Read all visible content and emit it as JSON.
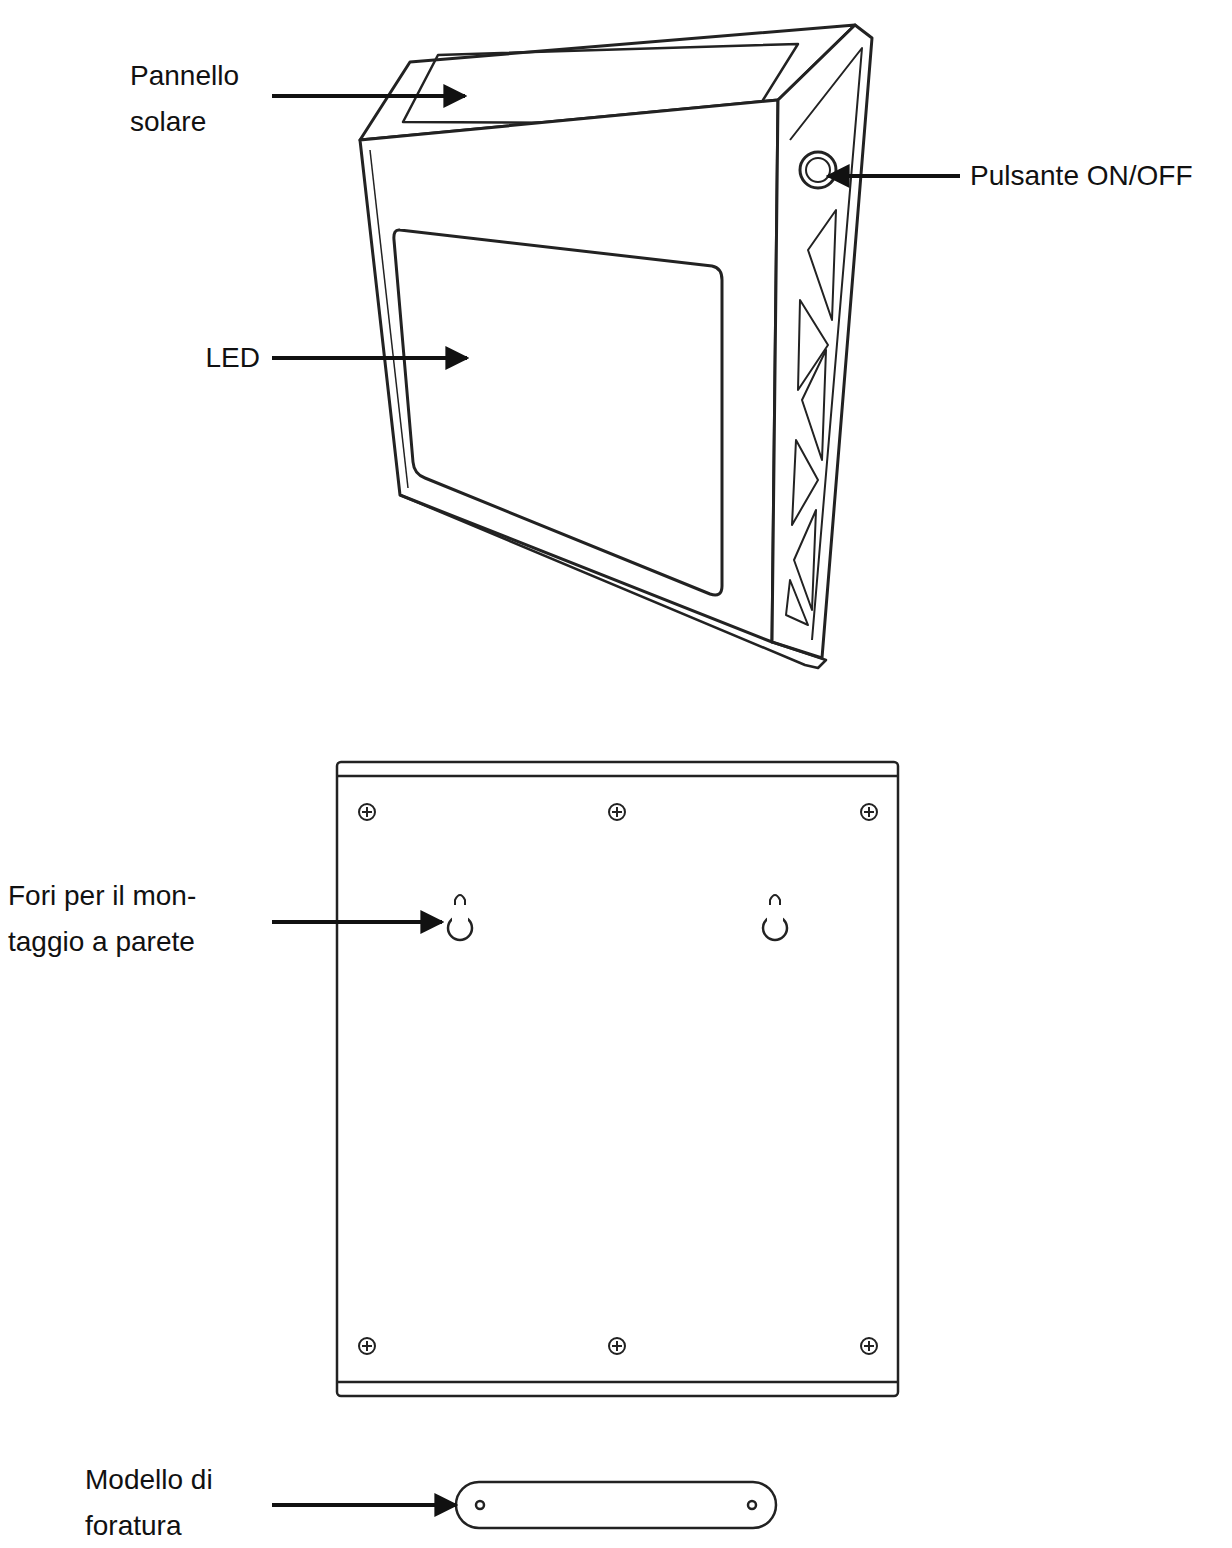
{
  "diagram": {
    "labels": [
      "Pannello solare",
      "Pulsante ON/OFF",
      "LED",
      "Fori per il mon-taggio a parete",
      "Modello di foratura"
    ]
  }
}
